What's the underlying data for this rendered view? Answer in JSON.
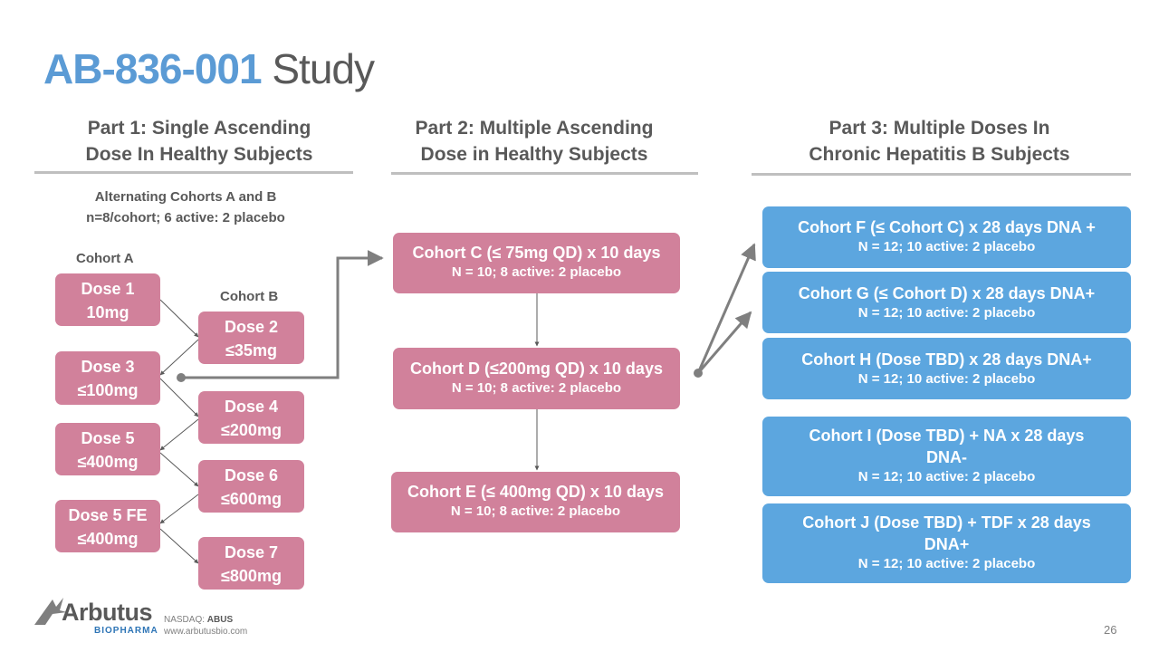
{
  "title": {
    "code": "AB-836-001",
    "word": "Study"
  },
  "parts": [
    {
      "line1": "Part 1: Single Ascending",
      "line2": "Dose In Healthy Subjects"
    },
    {
      "line1": "Part 2: Multiple Ascending",
      "line2": "Dose in Healthy Subjects"
    },
    {
      "line1": "Part 3:  Multiple Doses In",
      "line2": "Chronic Hepatitis B Subjects"
    }
  ],
  "part1": {
    "note1": "Alternating Cohorts A and B",
    "note2": "n=8/cohort; 6 active: 2 placebo",
    "cohort_a": "Cohort A",
    "cohort_b": "Cohort B",
    "doses": [
      {
        "name": "Dose 1",
        "amount": "10mg"
      },
      {
        "name": "Dose 2",
        "amount": "≤35mg"
      },
      {
        "name": "Dose 3",
        "amount": "≤100mg"
      },
      {
        "name": "Dose 4",
        "amount": "≤200mg"
      },
      {
        "name": "Dose 5",
        "amount": "≤400mg"
      },
      {
        "name": "Dose 6",
        "amount": "≤600mg"
      },
      {
        "name": "Dose 5 FE",
        "amount": "≤400mg"
      },
      {
        "name": "Dose 7",
        "amount": "≤800mg"
      }
    ]
  },
  "part2": [
    {
      "main": "Cohort C  (≤ 75mg QD) x 10 days",
      "sub": "N = 10; 8 active: 2 placebo"
    },
    {
      "main": "Cohort D (≤200mg QD) x 10 days",
      "sub": "N = 10; 8 active: 2 placebo"
    },
    {
      "main": "Cohort E (≤ 400mg QD) x 10 days",
      "sub": "N = 10; 8 active: 2 placebo"
    }
  ],
  "part3": [
    {
      "main": "Cohort F  (≤ Cohort C) x 28 days DNA +",
      "sub": "N = 12; 10 active: 2 placebo"
    },
    {
      "main": "Cohort G  (≤ Cohort D) x 28 days DNA+",
      "sub": "N = 12; 10 active: 2 placebo"
    },
    {
      "main": "Cohort H  (Dose TBD) x 28 days DNA+",
      "sub": "N = 12; 10 active: 2 placebo"
    },
    {
      "main": "Cohort I  (Dose TBD) + NA x 28 days",
      "main2": "DNA-",
      "sub": "N = 12; 10 active: 2 placebo"
    },
    {
      "main": "Cohort J  (Dose TBD) + TDF x 28 days",
      "main2": "DNA+",
      "sub": "N = 12; 10 active: 2 placebo"
    }
  ],
  "footer": {
    "brand": "Arbutus",
    "brand_sub": "BIOPHARMA",
    "nasdaq_label": "NASDAQ: ",
    "ticker": "ABUS",
    "url": "www.arbutusbio.com",
    "page": "26"
  },
  "colors": {
    "pink": "#d1819b",
    "blue": "#5ca6df",
    "title_blue": "#5b9bd5",
    "text_gray": "#595959",
    "arrow": "#7f7f7f"
  }
}
